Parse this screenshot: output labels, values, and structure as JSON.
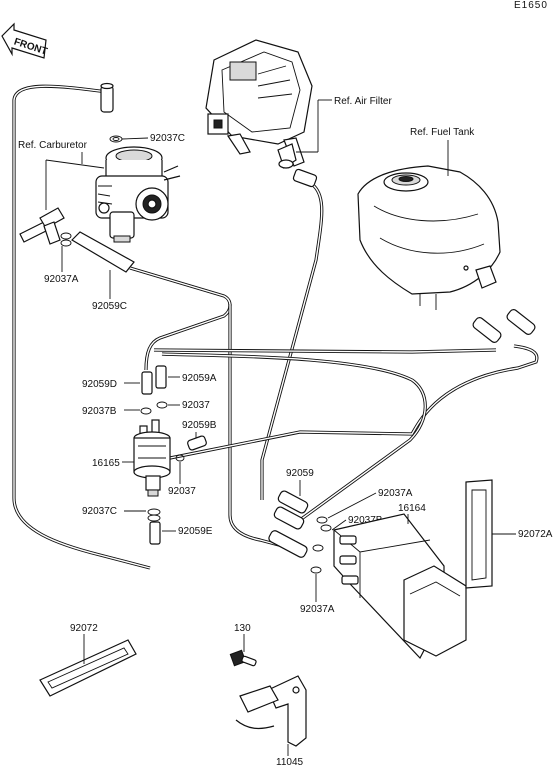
{
  "diagram_code": "E1650",
  "front_label": "FRONT",
  "refs": {
    "air_filter": "Ref. Air Filter",
    "fuel_tank": "Ref. Fuel Tank",
    "carburetor": "Ref. Carburetor"
  },
  "parts": {
    "p92037C_top": "92037C",
    "p92037A_left": "92037A",
    "p92059C": "92059C",
    "p92059D": "92059D",
    "p92059A": "92059A",
    "p92037B_left": "92037B",
    "p92037_mid": "92037",
    "p92059B": "92059B",
    "p16165": "16165",
    "p92037_low": "92037",
    "p92037C_low": "92037C",
    "p92059E": "92059E",
    "p92059_right": "92059",
    "p92037A_upper": "92037A",
    "p92037B_right": "92037B",
    "p16164": "16164",
    "p92072A": "92072A",
    "p92037A_lower": "92037A",
    "p92072": "92072",
    "p130": "130",
    "p11045": "11045"
  }
}
